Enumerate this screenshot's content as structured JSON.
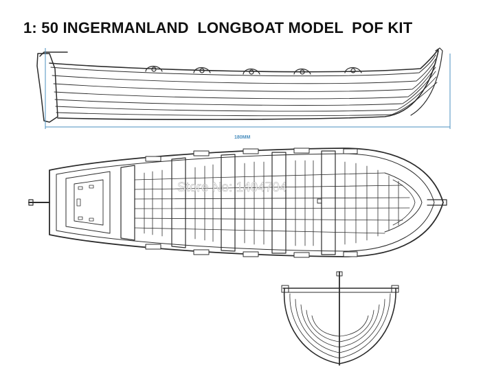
{
  "title": "1: 50 INGERMANLAND  LONGBOAT MODEL  POF KIT",
  "dimension_label": "180MM",
  "watermark": "Store No: 1404704",
  "colors": {
    "line": "#2b2b2b",
    "dimension": "#4a8fbf",
    "title": "#111111",
    "watermark_fill": "#ffffff"
  }
}
